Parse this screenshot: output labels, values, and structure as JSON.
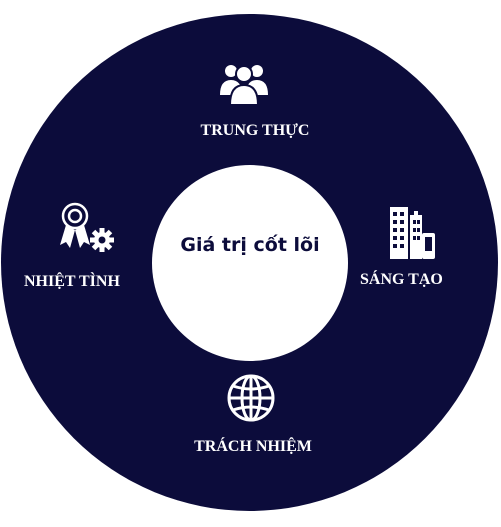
{
  "center": {
    "title": "Giá trị cốt lõi"
  },
  "values": {
    "top": {
      "label": "TRUNG THỰC",
      "icon": "people-icon"
    },
    "right": {
      "label": "SÁNG TẠO",
      "icon": "buildings-icon"
    },
    "bottom": {
      "label": "TRÁCH NHIỆM",
      "icon": "globe-icon"
    },
    "left": {
      "label": "NHIỆT TÌNH",
      "icon": "award-gear-icon"
    }
  },
  "colors": {
    "ring": "#0c0c3b",
    "center_text": "#0c0c3b",
    "label_text": "#ffffff"
  }
}
